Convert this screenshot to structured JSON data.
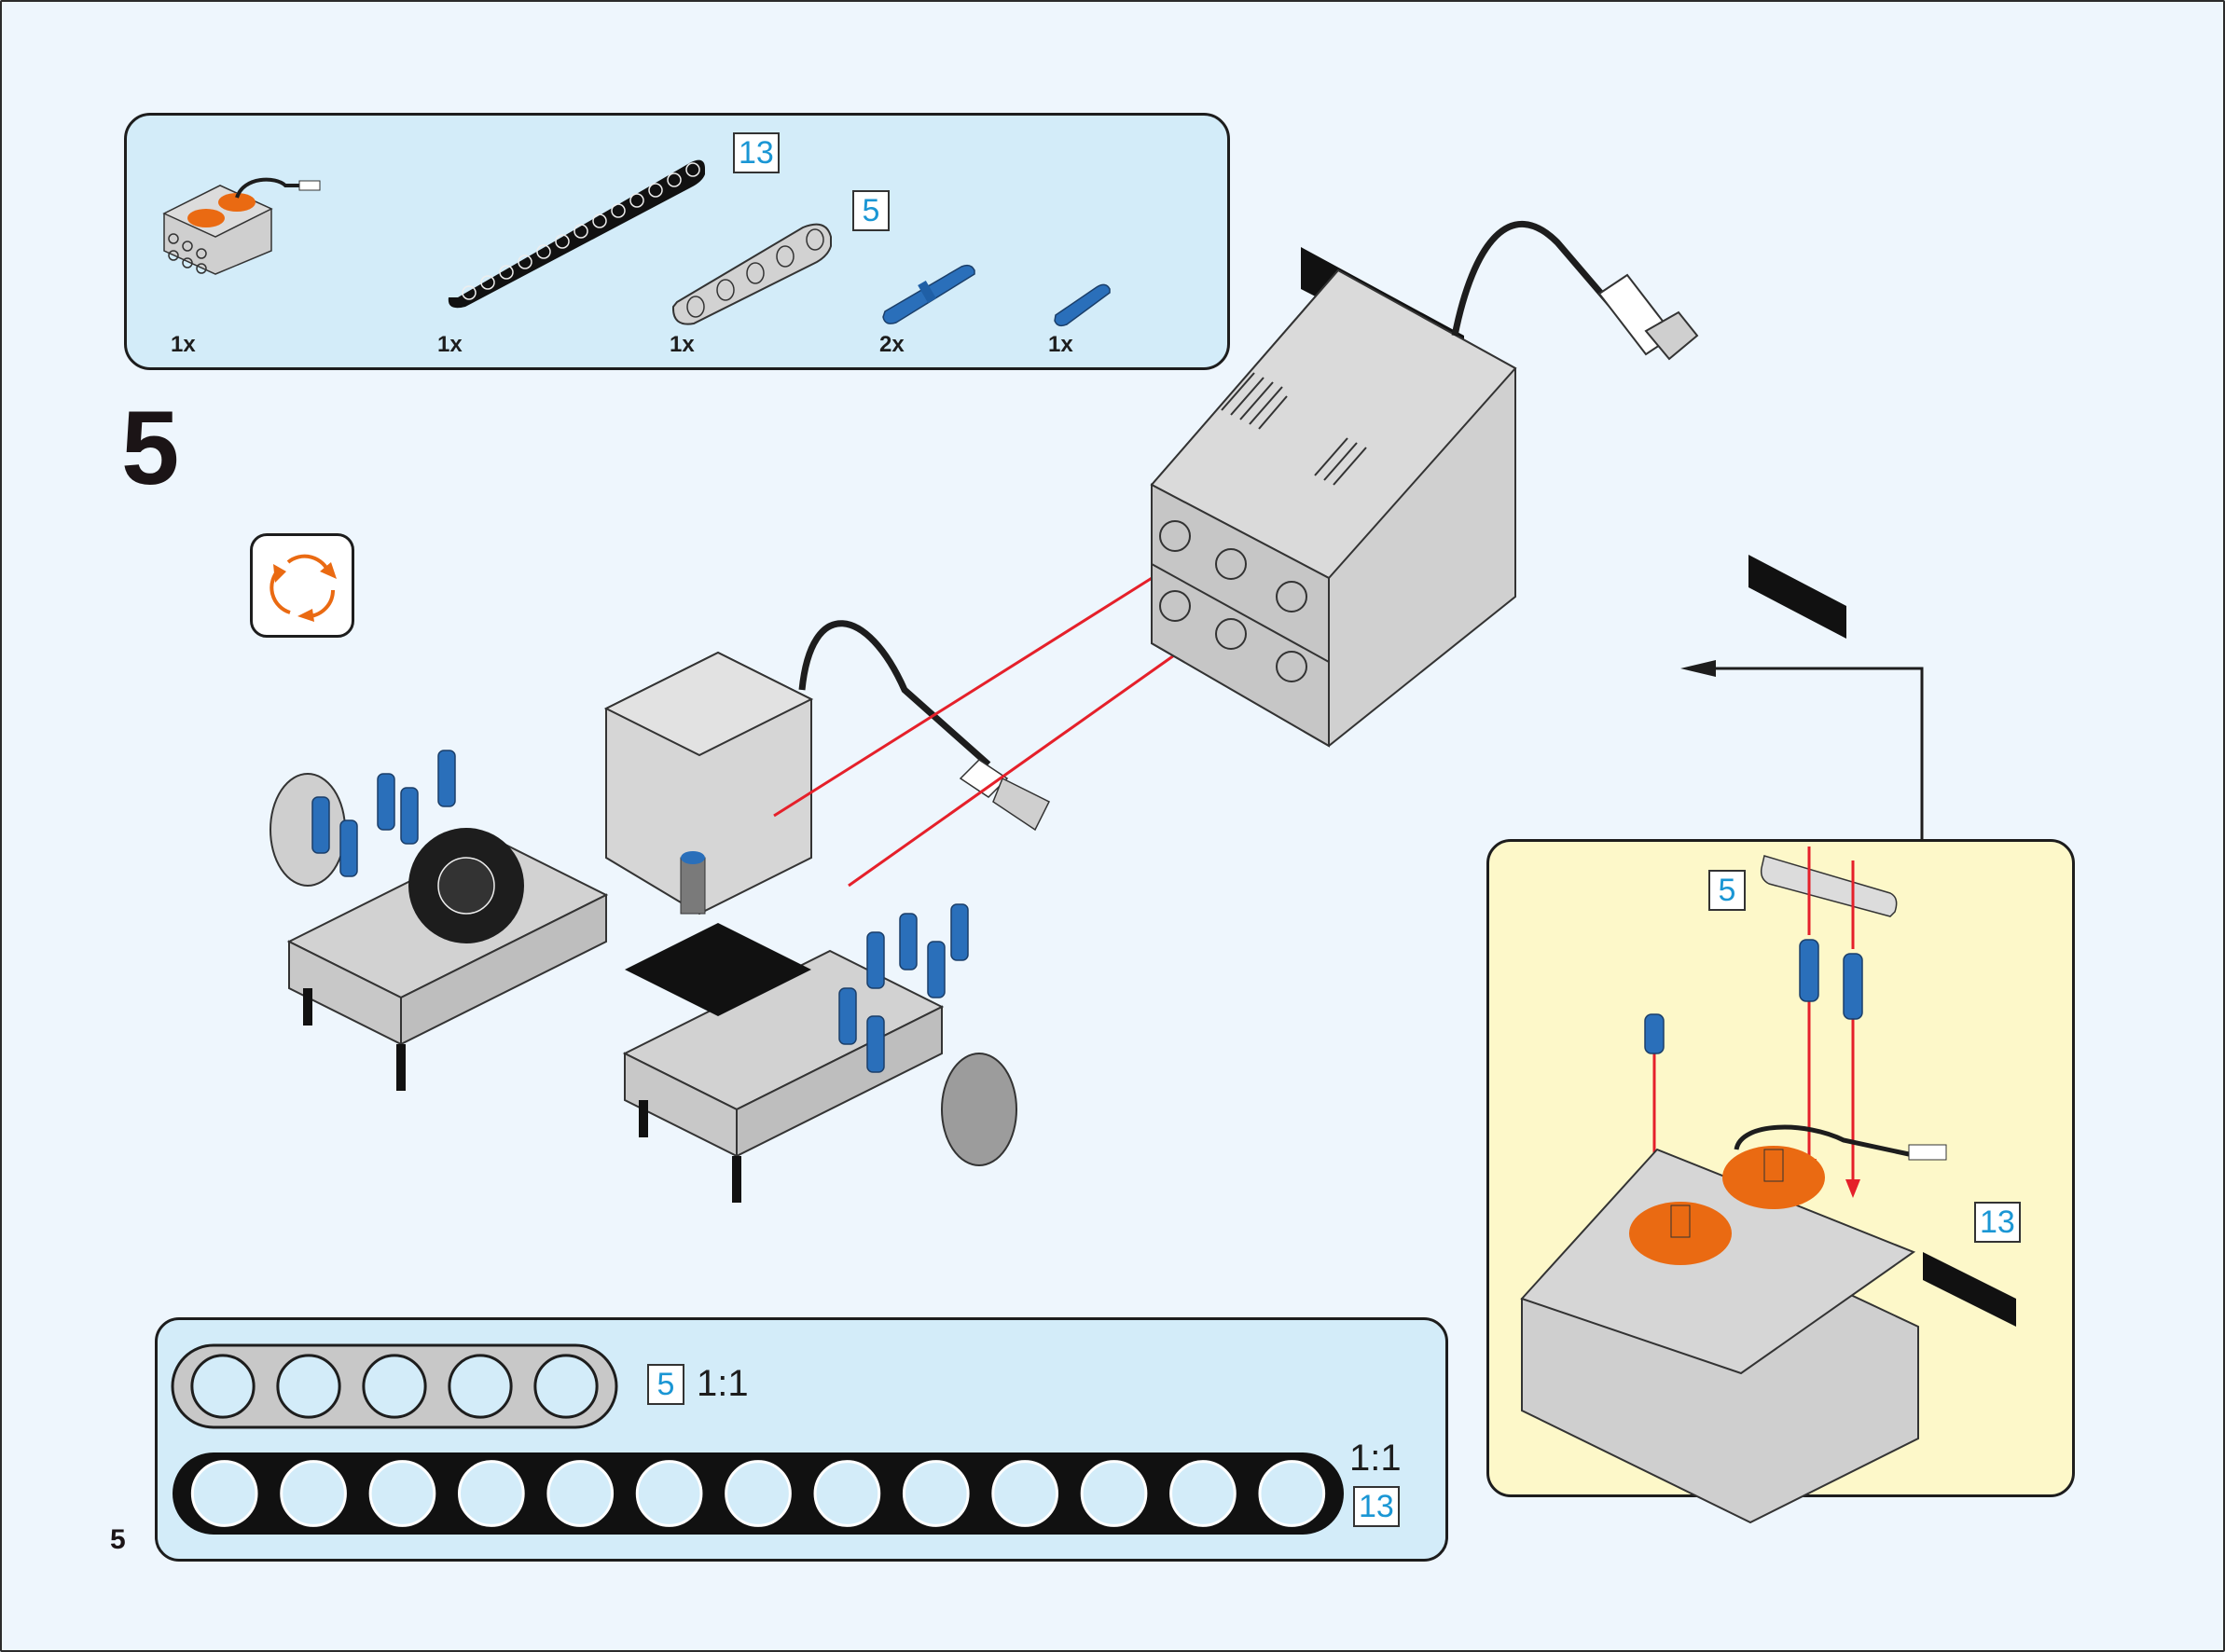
{
  "page": {
    "step_number": "5",
    "page_number": "5",
    "background_color": "#eef6fd"
  },
  "parts_list": {
    "items": [
      {
        "name": "Motor controller / battery box",
        "quantity": "1x",
        "color": "light-gray"
      },
      {
        "name": "Beam",
        "quantity": "1x",
        "length": "13",
        "color": "black"
      },
      {
        "name": "Beam",
        "quantity": "1x",
        "length": "5",
        "color": "light-gray"
      },
      {
        "name": "Long pin with friction",
        "quantity": "2x",
        "color": "blue"
      },
      {
        "name": "Axle pin",
        "quantity": "1x",
        "color": "blue"
      }
    ]
  },
  "rotate_icon": {
    "name": "rotate-model-icon",
    "color": "#ea6a12"
  },
  "sub_assembly": {
    "labels": [
      "5",
      "13"
    ],
    "background_color": "#fdf8c9"
  },
  "scale_reference": {
    "beams": [
      {
        "length": "5",
        "ratio": "1:1",
        "color": "light-gray"
      },
      {
        "length": "13",
        "ratio": "1:1",
        "color": "black"
      }
    ]
  },
  "colors": {
    "accent_blue": "#1a96d4",
    "arrow_red": "#e5202a",
    "part_orange": "#ea6a12",
    "pin_blue": "#2a6fba",
    "panel_blue": "#d3ecf9"
  }
}
